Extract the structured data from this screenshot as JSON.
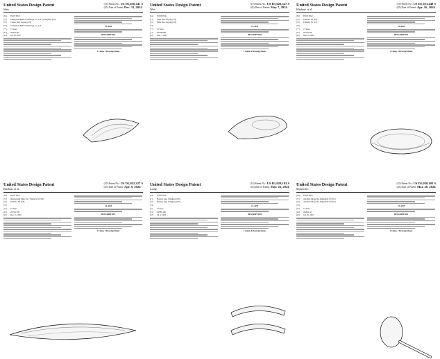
{
  "patents": [
    {
      "office": "United States Design Patent",
      "inventor": "Wen",
      "patent_no_label": "(10) Patent No.:",
      "patent_no": "US D1,056,341 S",
      "date_label": "(45) Date of Patent:",
      "date": "Dec. 31, 2024",
      "title_field": "FOOT FILE",
      "applicant": "Guangzhou Bidun Technology Co., Ltd., Guangzhou (CN)",
      "inventor_field": "Caixue Wen, Jieyang (CN)",
      "assignee": "Guangzhou Bidun Technology Co., Ltd.",
      "term": "15 Years",
      "appl_no": "29/954,361",
      "filed": "Jul. 30, 2024",
      "claim_title": "CLAIM",
      "description_title": "DESCRIPTION",
      "footer": "1 Claim, 3 Drawing Sheets"
    },
    {
      "office": "United States Design Patent",
      "inventor": "Wen",
      "patent_no_label": "(10) Patent No.:",
      "patent_no": "US D1,026,327 S",
      "date_label": "(45) Date of Patent:",
      "date": "May 7, 2024",
      "title_field": "FOOT FILE",
      "applicant": "Jinhu Wen, Jieyang (CN)",
      "inventor_field": "Jinhu Wen, Jieyang (CN)",
      "assignee": "",
      "term": "15 Years",
      "appl_no": "29/908,608",
      "filed": "Aug. 3, 2023",
      "claim_title": "CLAIM",
      "description_title": "DESCRIPTION",
      "footer": "1 Claim, 6 Drawing Sheets"
    },
    {
      "office": "United States Design Patent",
      "inventor": "Khabazi et al.",
      "patent_no_label": "(10) Patent No.:",
      "patent_no": "US D1,023,448 S",
      "date_label": "(45) Date of Patent:",
      "date": "Apr. 16, 2024",
      "title_field": "FOOT FILE",
      "applicant": "Fairfield, NJ (US)",
      "inventor_field": "Fairfield, NJ (US)",
      "assignee": "",
      "term": "15 Years",
      "appl_no": "29/778,338",
      "filed": "Mar. 29, 2021",
      "claim_title": "CLAIM",
      "description_title": "DESCRIPTION",
      "footer": "1 Claim, 8 Drawing Sheets"
    },
    {
      "office": "United States Design Patent",
      "inventor": "Khabazi et al.",
      "patent_no_label": "(10) Patent No.:",
      "patent_no": "US D1,022,327 S",
      "date_label": "(45) Date of Patent:",
      "date": "Apr. 9, 2024",
      "title_field": "FOOT FILE",
      "applicant": "International Edge, Inc., Fairfield, NJ (US)",
      "inventor_field": "Fairfield, NJ (US)",
      "assignee": "",
      "term": "15 Years",
      "appl_no": "29/761,758",
      "filed": "Dec. 21, 2020",
      "claim_title": "CLAIM",
      "description_title": "DESCRIPTION",
      "footer": "1 Claim, 5 Drawing Sheets"
    },
    {
      "office": "United States Design Patent",
      "inventor": "Liang",
      "patent_no_label": "(10) Patent No.:",
      "patent_no": "US D1,020,103 S",
      "date_label": "(45) Date of Patent:",
      "date": "Mar. 26, 2024",
      "title_field": "FOOT FILE",
      "applicant": "Huaxu Liang, Yangjiang (CN)",
      "inventor_field": "Huaxu Liang, Yangjiang (CN)",
      "assignee": "",
      "term": "15 Years",
      "appl_no": "29/883,166",
      "filed": "Jul. 4, 2023",
      "claim_title": "CLAIM",
      "description_title": "DESCRIPTION",
      "footer": "1 Claim, 8 Drawing Sheets"
    },
    {
      "office": "United States Design Patent",
      "inventor": "Mousecho",
      "patent_no_label": "(10) Patent No.:",
      "patent_no": "US D1,020,102 S",
      "date_label": "(45) Date of Patent:",
      "date": "Mar. 26, 2024",
      "title_field": "FOOT FILE",
      "applicant": "Abraham Mousecho, Ridgefield, NJ (US)",
      "inventor_field": "Abraham Mousecho, Ridgefield, NJ (US)",
      "assignee": "",
      "term": "15 Years",
      "appl_no": "29/804,113",
      "filed": "Jan. 20, 2022",
      "claim_title": "CLAIM",
      "description_title": "DESCRIPTION",
      "footer": "1 Claim, 7 Drawing Sheets"
    }
  ]
}
